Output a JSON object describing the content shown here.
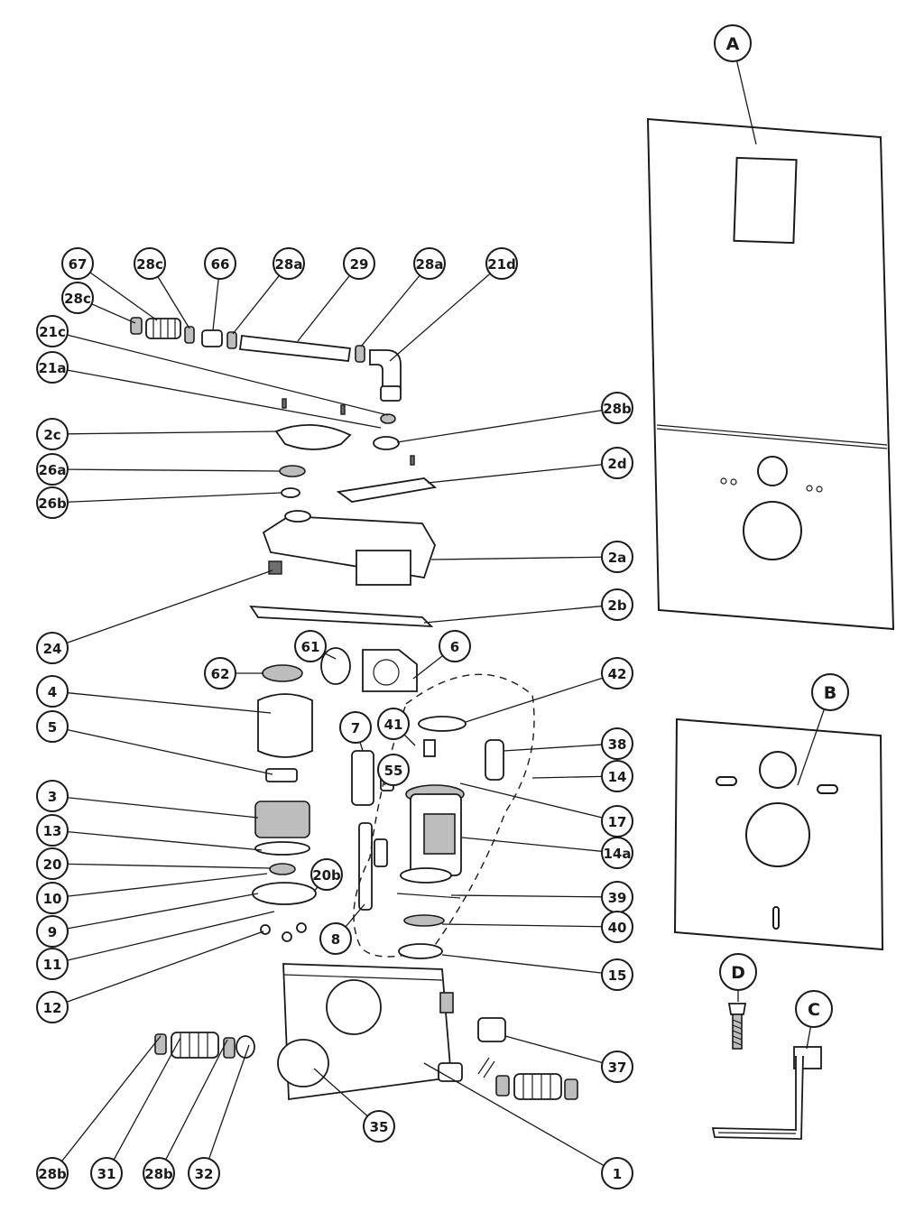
{
  "callouts": [
    {
      "label": "A",
      "big": true
    },
    {
      "label": "B",
      "big": true
    },
    {
      "label": "C",
      "big": true
    },
    {
      "label": "D",
      "big": true
    },
    {
      "label": "67"
    },
    {
      "label": "28c"
    },
    {
      "label": "66"
    },
    {
      "label": "28a"
    },
    {
      "label": "29"
    },
    {
      "label": "28a"
    },
    {
      "label": "21d"
    },
    {
      "label": "28c"
    },
    {
      "label": "21c"
    },
    {
      "label": "21a"
    },
    {
      "label": "2c"
    },
    {
      "label": "28b"
    },
    {
      "label": "26a"
    },
    {
      "label": "2d"
    },
    {
      "label": "26b"
    },
    {
      "label": "2a"
    },
    {
      "label": "2b"
    },
    {
      "label": "24"
    },
    {
      "label": "61"
    },
    {
      "label": "6"
    },
    {
      "label": "62"
    },
    {
      "label": "42"
    },
    {
      "label": "4"
    },
    {
      "label": "7"
    },
    {
      "label": "41"
    },
    {
      "label": "5"
    },
    {
      "label": "38"
    },
    {
      "label": "55"
    },
    {
      "label": "14"
    },
    {
      "label": "3"
    },
    {
      "label": "17"
    },
    {
      "label": "13"
    },
    {
      "label": "14a"
    },
    {
      "label": "20"
    },
    {
      "label": "10"
    },
    {
      "label": "20b"
    },
    {
      "label": "39"
    },
    {
      "label": "9"
    },
    {
      "label": "8"
    },
    {
      "label": "40"
    },
    {
      "label": "11"
    },
    {
      "label": "12"
    },
    {
      "label": "15"
    },
    {
      "label": "37"
    },
    {
      "label": "35"
    },
    {
      "label": "1"
    },
    {
      "label": "28b"
    },
    {
      "label": "31"
    },
    {
      "label": "28b"
    },
    {
      "label": "32"
    }
  ]
}
